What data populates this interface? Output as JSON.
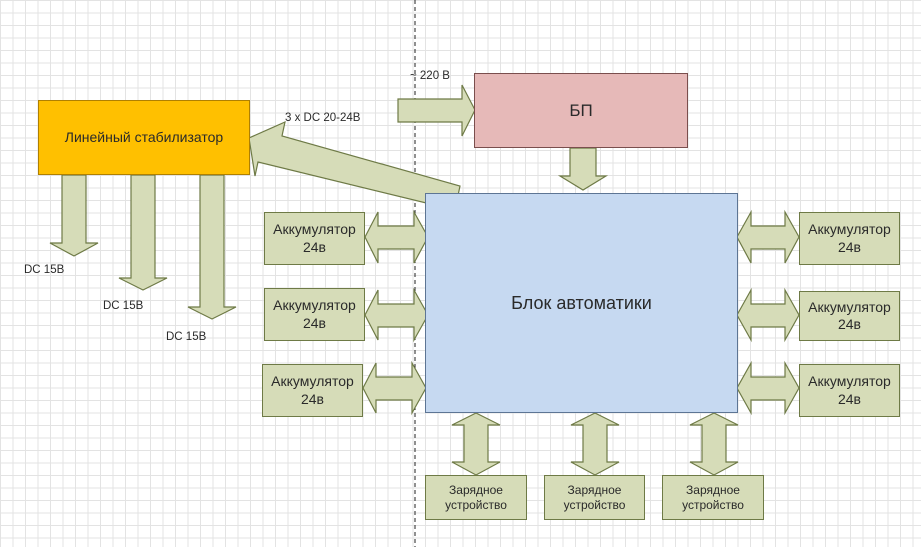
{
  "blocks": {
    "stabilizer": "Линейный стабилизатор",
    "psu": "БП",
    "automation": "Блок автоматики",
    "batteries": [
      "Аккумулятор\n24в",
      "Аккумулятор\n24в",
      "Аккумулятор\n24в",
      "Аккумулятор\n24в",
      "Аккумулятор\n24в",
      "Аккумулятор\n24в"
    ],
    "chargers": [
      "Зарядное\nустройство",
      "Зарядное\nустройство",
      "Зарядное\nустройство"
    ]
  },
  "labels": {
    "mains": "~ 220 В",
    "supply": "3 x DC 20-24В",
    "outputs": [
      "DC 15В",
      "DC 15В",
      "DC 15В"
    ]
  },
  "colors": {
    "stabilizer": "#ffc000",
    "psu": "#e6b9b8",
    "automation": "#c6d9f1",
    "olive": "#d6dcb8",
    "olive_border": "#6e7a46"
  }
}
